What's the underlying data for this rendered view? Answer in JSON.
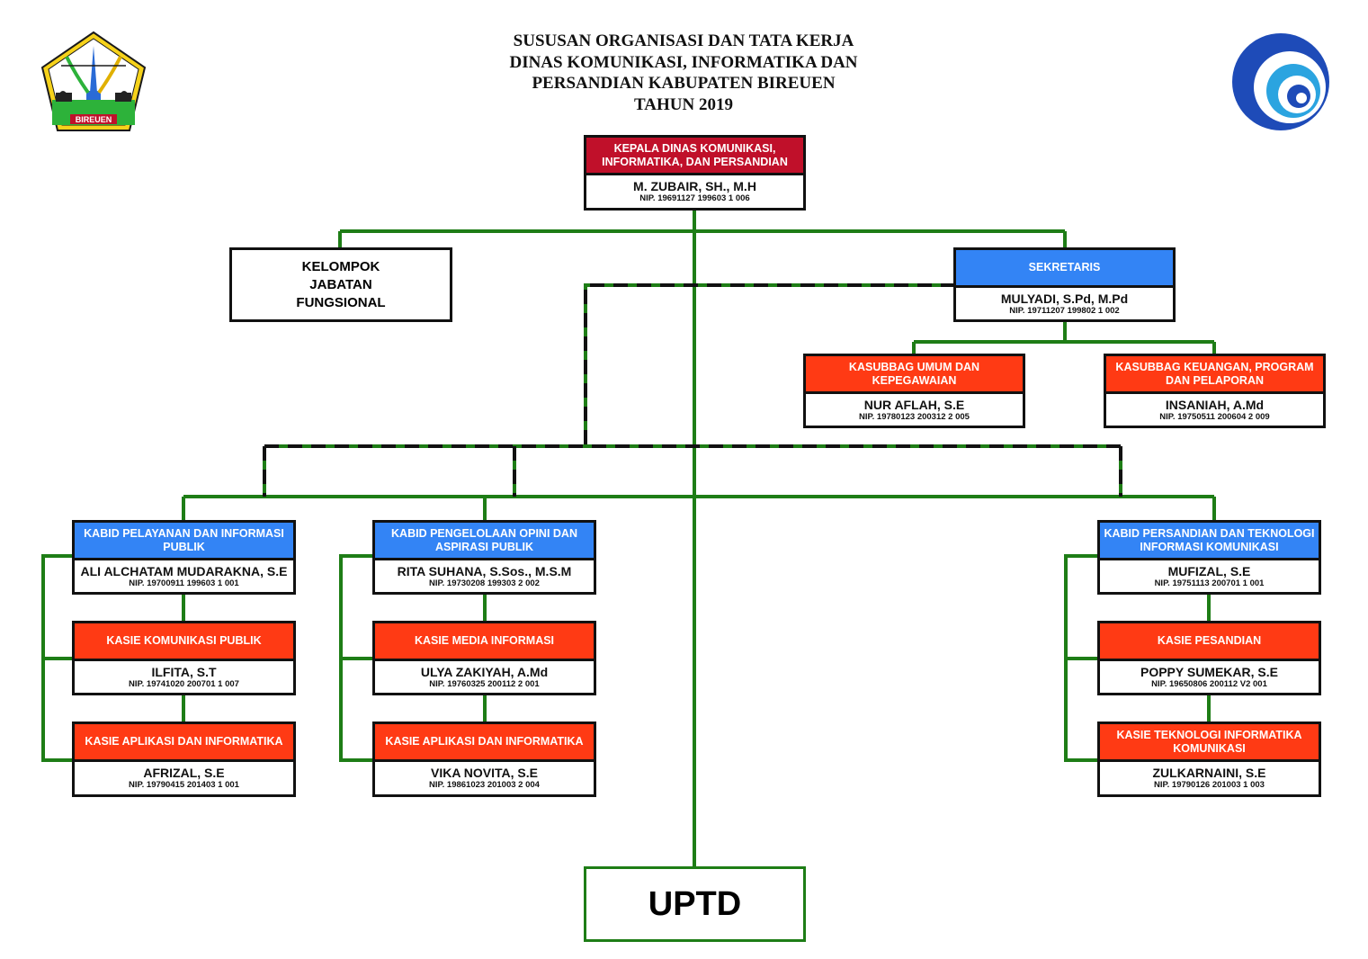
{
  "title_lines": [
    "SUSUSAN ORGANISASI DAN TATA KERJA",
    "DINAS KOMUNIKASI, INFORMATIKA DAN",
    "PERSANDIAN KABUPATEN BIREUEN",
    "TAHUN 2019"
  ],
  "logos": {
    "left_text": "BIREUEN"
  },
  "head": {
    "title": "KEPALA DINAS KOMUNIKASI, INFORMATIKA, DAN PERSANDIAN",
    "name": "M. ZUBAIR, SH., M.H",
    "nip": "NIP. 19691127 199603 1 006"
  },
  "fungsional": {
    "line1": "KELOMPOK",
    "line2": "JABATAN",
    "line3": "FUNGSIONAL"
  },
  "sekretaris": {
    "title": "SEKRETARIS",
    "name": "MULYADI, S.Pd, M.Pd",
    "nip": "NIP. 19711207 199802 1 002"
  },
  "kasubbag_umum": {
    "title": "KASUBBAG UMUM DAN KEPEGAWAIAN",
    "name": "NUR AFLAH, S.E",
    "nip": "NIP. 19780123 200312 2 005"
  },
  "kasubbag_keuangan": {
    "title": "KASUBBAG KEUANGAN, PROGRAM DAN PELAPORAN",
    "name": "INSANIAH, A.Md",
    "nip": "NIP. 19750511 200604 2 009"
  },
  "bidang": [
    {
      "kabid": {
        "title": "KABID PELAYANAN DAN INFORMASI PUBLIK",
        "name": "ALI ALCHATAM MUDARAKNA, S.E",
        "nip": "NIP. 19700911 199603 1 001"
      },
      "kasie1": {
        "title": "KASIE KOMUNIKASI PUBLIK",
        "name": "ILFITA, S.T",
        "nip": "NIP. 19741020 200701 1 007"
      },
      "kasie2": {
        "title": "KASIE APLIKASI DAN INFORMATIKA",
        "name": "AFRIZAL, S.E",
        "nip": "NIP. 19790415 201403 1 001"
      }
    },
    {
      "kabid": {
        "title": "KABID PENGELOLAAN OPINI DAN ASPIRASI PUBLIK",
        "name": "RITA SUHANA, S.Sos., M.S.M",
        "nip": "NIP. 19730208 199303 2 002"
      },
      "kasie1": {
        "title": "KASIE MEDIA INFORMASI",
        "name": "ULYA ZAKIYAH, A.Md",
        "nip": "NIP. 19760325 200112 2 001"
      },
      "kasie2": {
        "title": "KASIE APLIKASI DAN INFORMATIKA",
        "name": "VIKA NOVITA, S.E",
        "nip": "NIP. 19861023 201003 2 004"
      }
    },
    {
      "kabid": {
        "title": "KABID PERSANDIAN DAN TEKNOLOGI INFORMASI KOMUNIKASI",
        "name": "MUFIZAL, S.E",
        "nip": "NIP. 19751113 200701 1 001"
      },
      "kasie1": {
        "title": "KASIE PESANDIAN",
        "name": "POPPY SUMEKAR, S.E",
        "nip": "NIP. 19650806 200112 V2 001"
      },
      "kasie2": {
        "title": "KASIE TEKNOLOGI INFORMATIKA KOMUNIKASI",
        "name": "ZULKARNAINI, S.E",
        "nip": "NIP. 19790126 201003 1 003"
      }
    }
  ],
  "uptd": {
    "label": "UPTD"
  },
  "colors": {
    "line_green": "#1E7D16",
    "dash_black": "#111111",
    "header_red": "#C0102A",
    "header_orange": "#FF3A14",
    "header_blue": "#3384F5"
  }
}
